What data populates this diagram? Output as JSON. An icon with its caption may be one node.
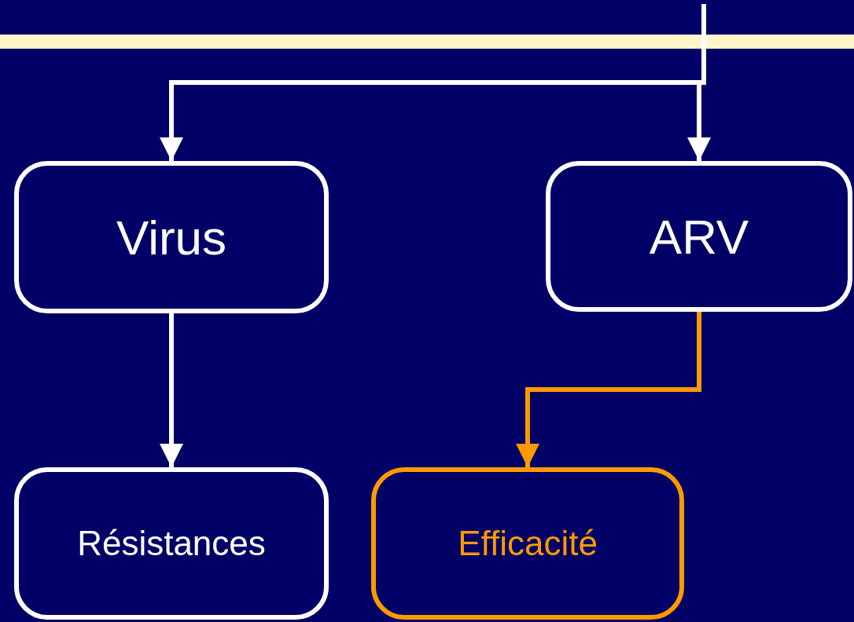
{
  "diagram": {
    "nodes": [
      {
        "text": [
          "Virus"
        ]
      },
      {
        "text": [
          "ARV"
        ]
      },
      {
        "text": [
          "Résistances"
        ]
      },
      {
        "text": [
          "Efficacité"
        ]
      }
    ],
    "edges": [
      {
        "from": null,
        "to": 0,
        "arrow": "to"
      },
      {
        "from": null,
        "to": 1,
        "arrow": "to"
      },
      {
        "from": 0,
        "to": 2,
        "arrow": "to"
      },
      {
        "from": 1,
        "to": 3,
        "arrow": "to",
        "color": "#ff9900"
      }
    ]
  }
}
